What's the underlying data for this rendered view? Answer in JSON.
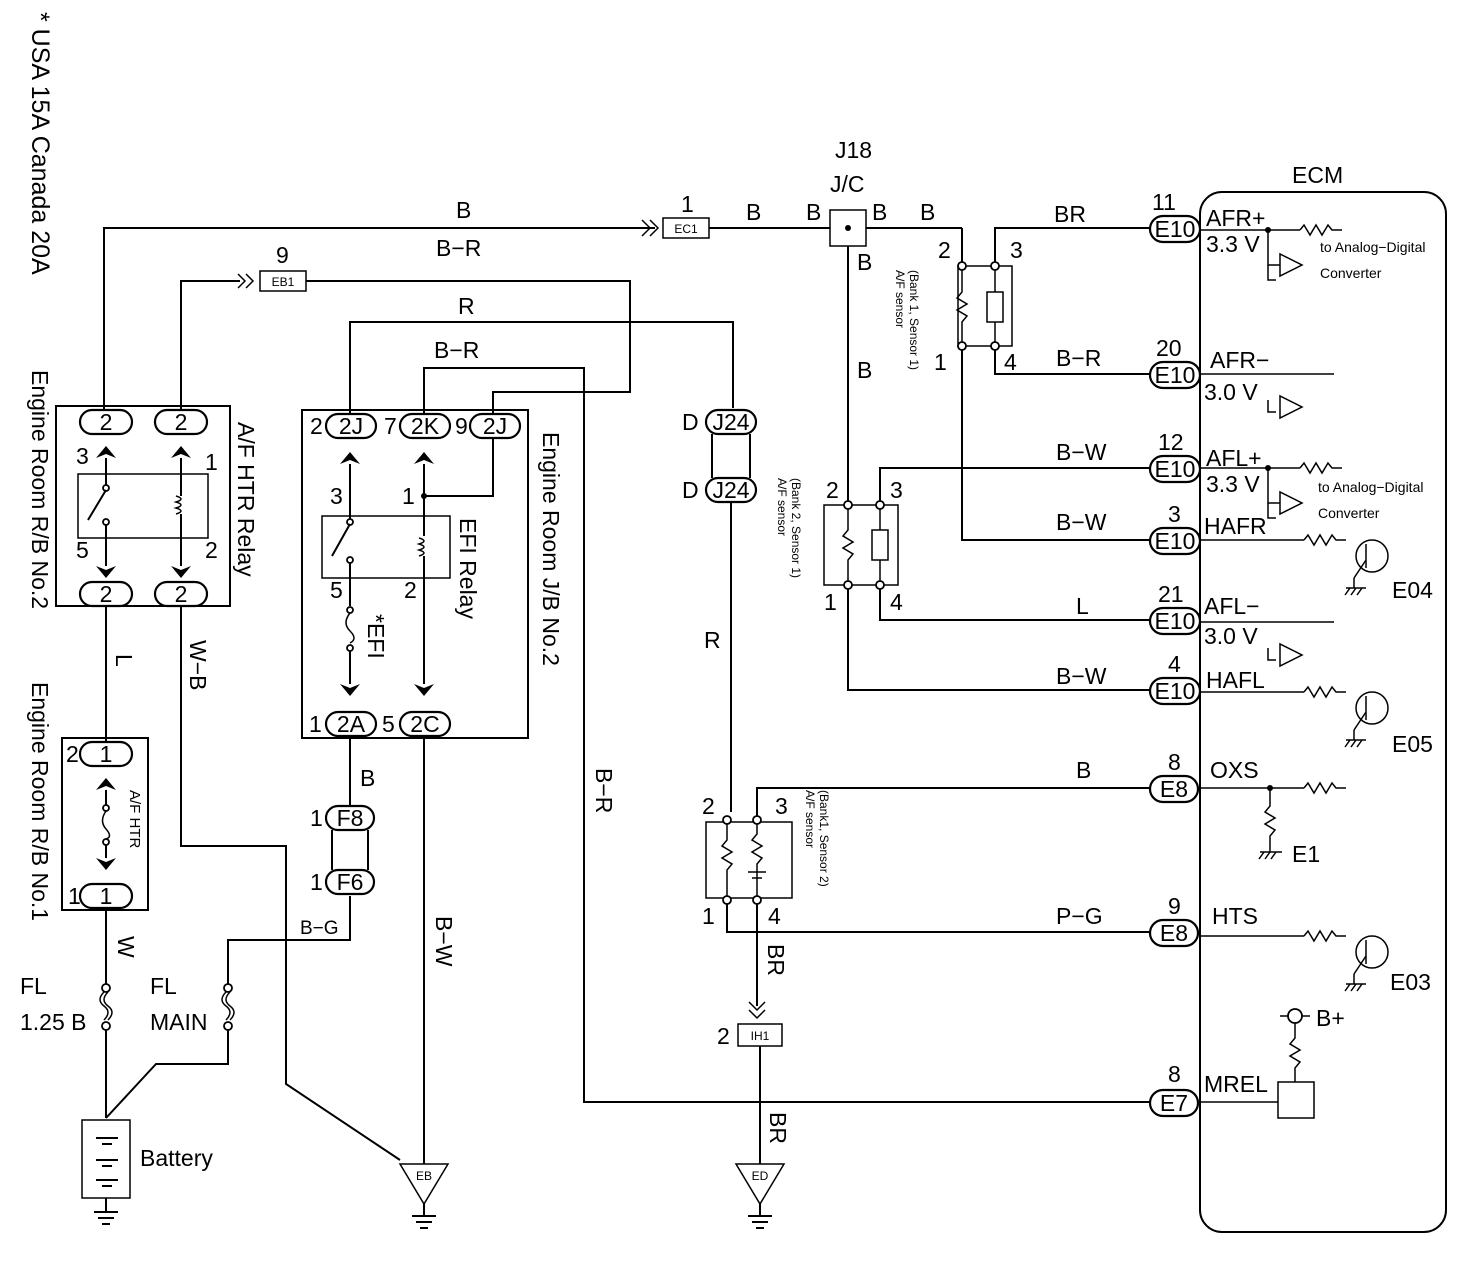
{
  "note": "* USA 15A  Canada 20A",
  "ecm": {
    "title": "ECM"
  },
  "ecm_pins": {
    "afr_plus": {
      "num": "11",
      "conn": "E10",
      "sig": "AFR+",
      "volt": "3.3 V"
    },
    "afr_minus": {
      "num": "20",
      "conn": "E10",
      "sig": "AFR−",
      "volt": "3.0 V"
    },
    "afl_plus": {
      "num": "12",
      "conn": "E10",
      "sig": "AFL+",
      "volt": "3.3 V"
    },
    "hafr": {
      "num": "3",
      "conn": "E10",
      "sig": "HAFR"
    },
    "afl_minus": {
      "num": "21",
      "conn": "E10",
      "sig": "AFL−",
      "volt": "3.0 V"
    },
    "hafl": {
      "num": "4",
      "conn": "E10",
      "sig": "HAFL"
    },
    "oxs": {
      "num": "8",
      "conn": "E8",
      "sig": "OXS"
    },
    "hts": {
      "num": "9",
      "conn": "E8",
      "sig": "HTS"
    },
    "mrel": {
      "num": "8",
      "conn": "E7",
      "sig": "MREL"
    }
  },
  "ecm_internal": {
    "adc1_a": "to Analog−Digital",
    "adc1_b": "Converter",
    "adc2_a": "to Analog−Digital",
    "adc2_b": "Converter",
    "e04": "E04",
    "e05": "E05",
    "e1": "E1",
    "e03": "E03",
    "bplus": "B+"
  },
  "wires": {
    "top_b": "B",
    "top_br": "B−R",
    "ec1_b": "B",
    "jc_left_b": "B",
    "jc_right_b": "B",
    "jc_out_b": "B",
    "jc_down_b": "B",
    "jc_down_b2": "B",
    "afr_plus": "BR",
    "afr_minus": "B−R",
    "afl_plus": "B−W",
    "hafr": "B−W",
    "afl_minus": "L",
    "hafl": "B−W",
    "oxs": "B",
    "hts": "P−G",
    "mrel": "B−R",
    "efi_r": "R",
    "efi_br": "B−R",
    "l_wire": "L",
    "wb_wire": "W−B",
    "w_wire": "W",
    "f8_b": "B",
    "bg_wire": "B−G",
    "bw_wire": "B−W",
    "br_long": "B−R",
    "j24_r": "R",
    "ih1_br_top": "BR",
    "ih1_br_bot": "BR"
  },
  "connectors": {
    "ec1": {
      "num": "1",
      "name": "EC1"
    },
    "eb1": {
      "num": "9",
      "name": "EB1"
    },
    "ih1": {
      "num": "2",
      "name": "IH1"
    },
    "jc": {
      "name1": "J18",
      "name2": "J/C"
    },
    "j24_top": {
      "pin": "D",
      "name": "J24"
    },
    "j24_bot": {
      "pin": "D",
      "name": "J24"
    },
    "f8": {
      "pin": "1",
      "name": "F8"
    },
    "f6": {
      "pin": "1",
      "name": "F6"
    }
  },
  "grounds": {
    "eb": "EB",
    "ed": "ED"
  },
  "rb2": {
    "title": "Engine Room R/B No.2",
    "relay": "A/F HTR Relay",
    "c1": "2",
    "c2": "2",
    "c3": "2",
    "c4": "2",
    "p3": "3",
    "p1": "1",
    "p5": "5",
    "p2": "2"
  },
  "rb1": {
    "title": "Engine Room R/B No.1",
    "fuse": "A/F HTR",
    "c_top": "1",
    "c_bot": "1",
    "p_top": "2",
    "p_bot": "1"
  },
  "jb2": {
    "title": "Engine Room J/B No.2",
    "relay": "EFI Relay",
    "fuse": "*EFI",
    "c_2j": "2J",
    "c_2k": "2K",
    "c_2j_b": "2J",
    "c_2a": "2A",
    "c_2c": "2C",
    "p_2j": "2",
    "p_2k": "7",
    "p_2jb": "9",
    "p_2a": "1",
    "p_2c": "5",
    "r3": "3",
    "r1": "1",
    "r5": "5",
    "r2": "2"
  },
  "fusible": {
    "fl125_a": "FL",
    "fl125_b": "1.25 B",
    "flmain_a": "FL",
    "flmain_b": "MAIN"
  },
  "battery": "Battery",
  "sensors": {
    "b1s1": {
      "label": "A/F sensor",
      "sub": "(Bank 1, Sensor 1)",
      "p2": "2",
      "p3": "3",
      "p1": "1",
      "p4": "4"
    },
    "b2s1": {
      "label": "A/F sensor",
      "sub": "(Bank 2, Sensor 1)",
      "p2": "2",
      "p3": "3",
      "p1": "1",
      "p4": "4"
    },
    "b1s2": {
      "label": "A/F sensor",
      "sub": "(Bank1, Sensor 2)",
      "p2": "2",
      "p3": "3",
      "p1": "1",
      "p4": "4"
    }
  }
}
